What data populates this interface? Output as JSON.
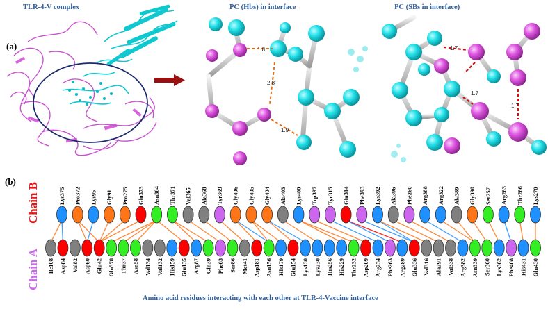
{
  "panel_a": {
    "label": "(a)",
    "title": "TLR-4-V complex",
    "hbs_title": "PC (Hbs) in interface",
    "sbs_title": "PC (SBs in interface)",
    "hbs_distances": [
      "1.8",
      "2.8",
      "1.9"
    ],
    "sbs_distances": [
      "1.7",
      "1.7",
      "1.7"
    ]
  },
  "panel_b": {
    "label": "(b)",
    "chain_b_label": "Chain B",
    "chain_a_label": "Chain A",
    "footer": "Amino acid residues interacting with each other  at TLR-4-Vaccine interface",
    "chain_b_residues": [
      {
        "name": "Lys375",
        "color": "#1e90ff"
      },
      {
        "name": "Pro372",
        "color": "#ff7518"
      },
      {
        "name": "Lys95",
        "color": "#1e90ff"
      },
      {
        "name": "Gly91",
        "color": "#ff7518"
      },
      {
        "name": "Pro275",
        "color": "#ff7518"
      },
      {
        "name": "Glu373",
        "color": "#ff0000"
      },
      {
        "name": "Asn364",
        "color": "#33ee22"
      },
      {
        "name": "Thr371",
        "color": "#33ee22"
      },
      {
        "name": "Val365",
        "color": "#808080"
      },
      {
        "name": "Ala368",
        "color": "#808080"
      },
      {
        "name": "Tyr369",
        "color": "#cc66ee"
      },
      {
        "name": "Gly406",
        "color": "#ff7518"
      },
      {
        "name": "Gly405",
        "color": "#ff7518"
      },
      {
        "name": "Gly404",
        "color": "#ff7518"
      },
      {
        "name": "Ala403",
        "color": "#808080"
      },
      {
        "name": "Lys400",
        "color": "#1e90ff"
      },
      {
        "name": "Trp397",
        "color": "#cc66ee"
      },
      {
        "name": "Tyr315",
        "color": "#cc66ee"
      },
      {
        "name": "Glu314",
        "color": "#ff0000"
      },
      {
        "name": "Phe393",
        "color": "#cc66ee"
      },
      {
        "name": "Lys392",
        "color": "#1e90ff"
      },
      {
        "name": "Ala396",
        "color": "#808080"
      },
      {
        "name": "Phe260",
        "color": "#cc66ee"
      },
      {
        "name": "Arg388",
        "color": "#1e90ff"
      },
      {
        "name": "Arg322",
        "color": "#1e90ff"
      },
      {
        "name": "Ala389",
        "color": "#808080"
      },
      {
        "name": "Gly390",
        "color": "#ff7518"
      },
      {
        "name": "Ser257",
        "color": "#33ee22"
      },
      {
        "name": "Arg263",
        "color": "#1e90ff"
      },
      {
        "name": "Thr266",
        "color": "#33ee22"
      },
      {
        "name": "Lys270",
        "color": "#1e90ff"
      }
    ],
    "chain_a_residues": [
      {
        "name": "Ile108",
        "color": "#808080"
      },
      {
        "name": "Asp84",
        "color": "#ff0000"
      },
      {
        "name": "Val82",
        "color": "#808080"
      },
      {
        "name": "Asp60",
        "color": "#ff0000"
      },
      {
        "name": "Glu42",
        "color": "#ff0000"
      },
      {
        "name": "Gln578",
        "color": "#33ee22"
      },
      {
        "name": "Thr37",
        "color": "#33ee22"
      },
      {
        "name": "Asn58",
        "color": "#33ee22"
      },
      {
        "name": "Val134",
        "color": "#808080"
      },
      {
        "name": "Val132",
        "color": "#808080"
      },
      {
        "name": "His159",
        "color": "#1e90ff"
      },
      {
        "name": "Glu135",
        "color": "#ff0000"
      },
      {
        "name": "Arg87",
        "color": "#1e90ff"
      },
      {
        "name": "Gln39",
        "color": "#33ee22"
      },
      {
        "name": "Phe63",
        "color": "#cc66ee"
      },
      {
        "name": "Ser86",
        "color": "#33ee22"
      },
      {
        "name": "Met41",
        "color": "#808080"
      },
      {
        "name": "Asp181",
        "color": "#ff0000"
      },
      {
        "name": "Asn156",
        "color": "#33ee22"
      },
      {
        "name": "His179",
        "color": "#1e90ff"
      },
      {
        "name": "Glu154",
        "color": "#ff0000"
      },
      {
        "name": "Lys130",
        "color": "#1e90ff"
      },
      {
        "name": "Lys230",
        "color": "#1e90ff"
      },
      {
        "name": "His256",
        "color": "#1e90ff"
      },
      {
        "name": "His229",
        "color": "#1e90ff"
      },
      {
        "name": "Thr232",
        "color": "#33ee22"
      },
      {
        "name": "Asp209",
        "color": "#ff0000"
      },
      {
        "name": "Arg234",
        "color": "#1e90ff"
      },
      {
        "name": "Phe263",
        "color": "#cc66ee"
      },
      {
        "name": "Arg289",
        "color": "#1e90ff"
      },
      {
        "name": "Glu336",
        "color": "#ff0000"
      },
      {
        "name": "Val316",
        "color": "#808080"
      },
      {
        "name": "Ala291",
        "color": "#808080"
      },
      {
        "name": "Val338",
        "color": "#808080"
      },
      {
        "name": "Arg382",
        "color": "#1e90ff"
      },
      {
        "name": "Asn339",
        "color": "#33ee22"
      },
      {
        "name": "Ser360",
        "color": "#33ee22"
      },
      {
        "name": "Lys362",
        "color": "#1e90ff"
      },
      {
        "name": "Phe408",
        "color": "#cc66ee"
      },
      {
        "name": "His431",
        "color": "#1e90ff"
      },
      {
        "name": "Gln430",
        "color": "#33ee22"
      }
    ],
    "interactions": [
      [
        "Lys375",
        "Asp84",
        "#1e90ff"
      ],
      [
        "Lys375",
        "Ile108",
        "#ff7518"
      ],
      [
        "Pro372",
        "Asp60",
        "#ff7518"
      ],
      [
        "Pro372",
        "Glu42",
        "#ff7518"
      ],
      [
        "Lys95",
        "Asp60",
        "#1e90ff"
      ],
      [
        "Gly91",
        "Glu42",
        "#ff7518"
      ],
      [
        "Pro275",
        "Glu42",
        "#ff7518"
      ],
      [
        "Glu373",
        "Glu42",
        "#ff7518"
      ],
      [
        "Asn364",
        "Gln578",
        "#ff7518"
      ],
      [
        "Asn364",
        "Thr37",
        "#ff7518"
      ],
      [
        "Asn364",
        "Asn58",
        "#ff7518"
      ],
      [
        "Asn364",
        "Glu135",
        "#ff7518"
      ],
      [
        "Thr371",
        "Arg87",
        "#ff7518"
      ],
      [
        "Thr371",
        "Gln39",
        "#ff7518"
      ],
      [
        "Val365",
        "Phe63",
        "#ff7518"
      ],
      [
        "Ala368",
        "Ser86",
        "#ff7518"
      ],
      [
        "Tyr369",
        "Met41",
        "#ff7518"
      ],
      [
        "Gly406",
        "Asp181",
        "#ff7518"
      ],
      [
        "Gly406",
        "Asn156",
        "#1e90ff"
      ],
      [
        "Gly405",
        "Asn156",
        "#ff7518"
      ],
      [
        "Gly405",
        "His179",
        "#ff7518"
      ],
      [
        "Gly404",
        "Glu154",
        "#ff7518"
      ],
      [
        "Gly404",
        "Lys130",
        "#1e90ff"
      ],
      [
        "Ala403",
        "Lys230",
        "#ff7518"
      ],
      [
        "Lys400",
        "His229",
        "#ff7518"
      ],
      [
        "Lys400",
        "Thr232",
        "#ff7518"
      ],
      [
        "Trp397",
        "Asp209",
        "#ff7518"
      ],
      [
        "Tyr315",
        "Arg234",
        "#1e90ff"
      ],
      [
        "Glu314",
        "Arg289",
        "#ff0000"
      ],
      [
        "Glu314",
        "Phe263",
        "#1e90ff"
      ],
      [
        "Phe393",
        "Glu336",
        "#1e90ff"
      ],
      [
        "Lys392",
        "Glu336",
        "#1e90ff"
      ],
      [
        "Lys392",
        "Val316",
        "#ff7518"
      ],
      [
        "Ala396",
        "Ala291",
        "#ff7518"
      ],
      [
        "Phe260",
        "Val338",
        "#ff7518"
      ],
      [
        "Arg388",
        "Arg382",
        "#1e90ff"
      ],
      [
        "Arg322",
        "Asn339",
        "#ff7518"
      ],
      [
        "Ala389",
        "Asn339",
        "#ff7518"
      ],
      [
        "Gly390",
        "Ser360",
        "#ff7518"
      ],
      [
        "Ser257",
        "Lys362",
        "#ff7518"
      ],
      [
        "Arg263",
        "Phe408",
        "#1e90ff"
      ],
      [
        "Thr266",
        "His431",
        "#ff7518"
      ],
      [
        "Lys270",
        "Gln430",
        "#ff7518"
      ]
    ]
  }
}
